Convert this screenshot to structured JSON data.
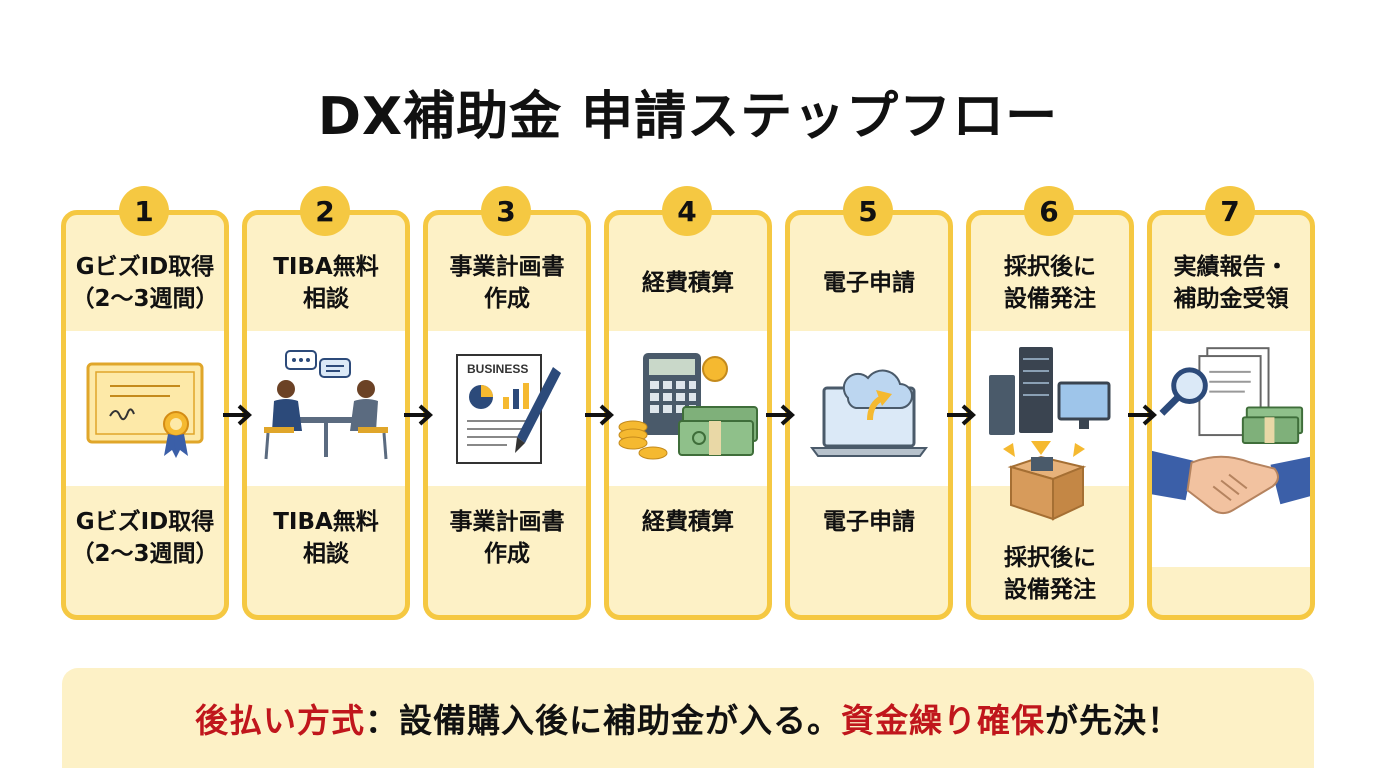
{
  "title": "DX補助金 申請ステップフロー",
  "steps": [
    {
      "number": "1",
      "head_line1": "Gビズ​ID取得",
      "head_line2": "（2〜3週間）",
      "foot_line1": "Gビズ​ID取得",
      "foot_line2": "（2〜3週間）",
      "icon": "certificate-icon"
    },
    {
      "number": "2",
      "head_line1": "TIBA無料",
      "head_line2": "相談",
      "foot_line1": "TIBA無料",
      "foot_line2": "相談",
      "icon": "consultation-icon"
    },
    {
      "number": "3",
      "head_line1": "事業計画書",
      "head_line2": "作成",
      "foot_line1": "事業計画書",
      "foot_line2": "作成",
      "icon": "business-plan-icon",
      "doc_label": "BUSINESS"
    },
    {
      "number": "4",
      "head_line1": "経費積算",
      "head_line2": "",
      "foot_line1": "経費積算",
      "foot_line2": "",
      "icon": "calculator-money-icon"
    },
    {
      "number": "5",
      "head_line1": "電子申請",
      "head_line2": "",
      "foot_line1": "電子申請",
      "foot_line2": "",
      "icon": "laptop-cloud-upload-icon"
    },
    {
      "number": "6",
      "head_line1": "採択後に",
      "head_line2": "設備発注",
      "foot_line1": "採択後に",
      "foot_line2": "設備発注",
      "icon": "server-delivery-icon"
    },
    {
      "number": "7",
      "head_line1": "実績報告・",
      "head_line2": "補助金受領",
      "icon": "handshake-money-icon"
    }
  ],
  "note": {
    "part1": "後払い方式",
    "part2": "：設備購入後に補助金が入る。",
    "part3": "資金繰り確保",
    "part4": "が先決！"
  },
  "colors": {
    "accent": "#f5c842",
    "panel": "#fdf1c6",
    "emphasis": "#c0161c"
  }
}
